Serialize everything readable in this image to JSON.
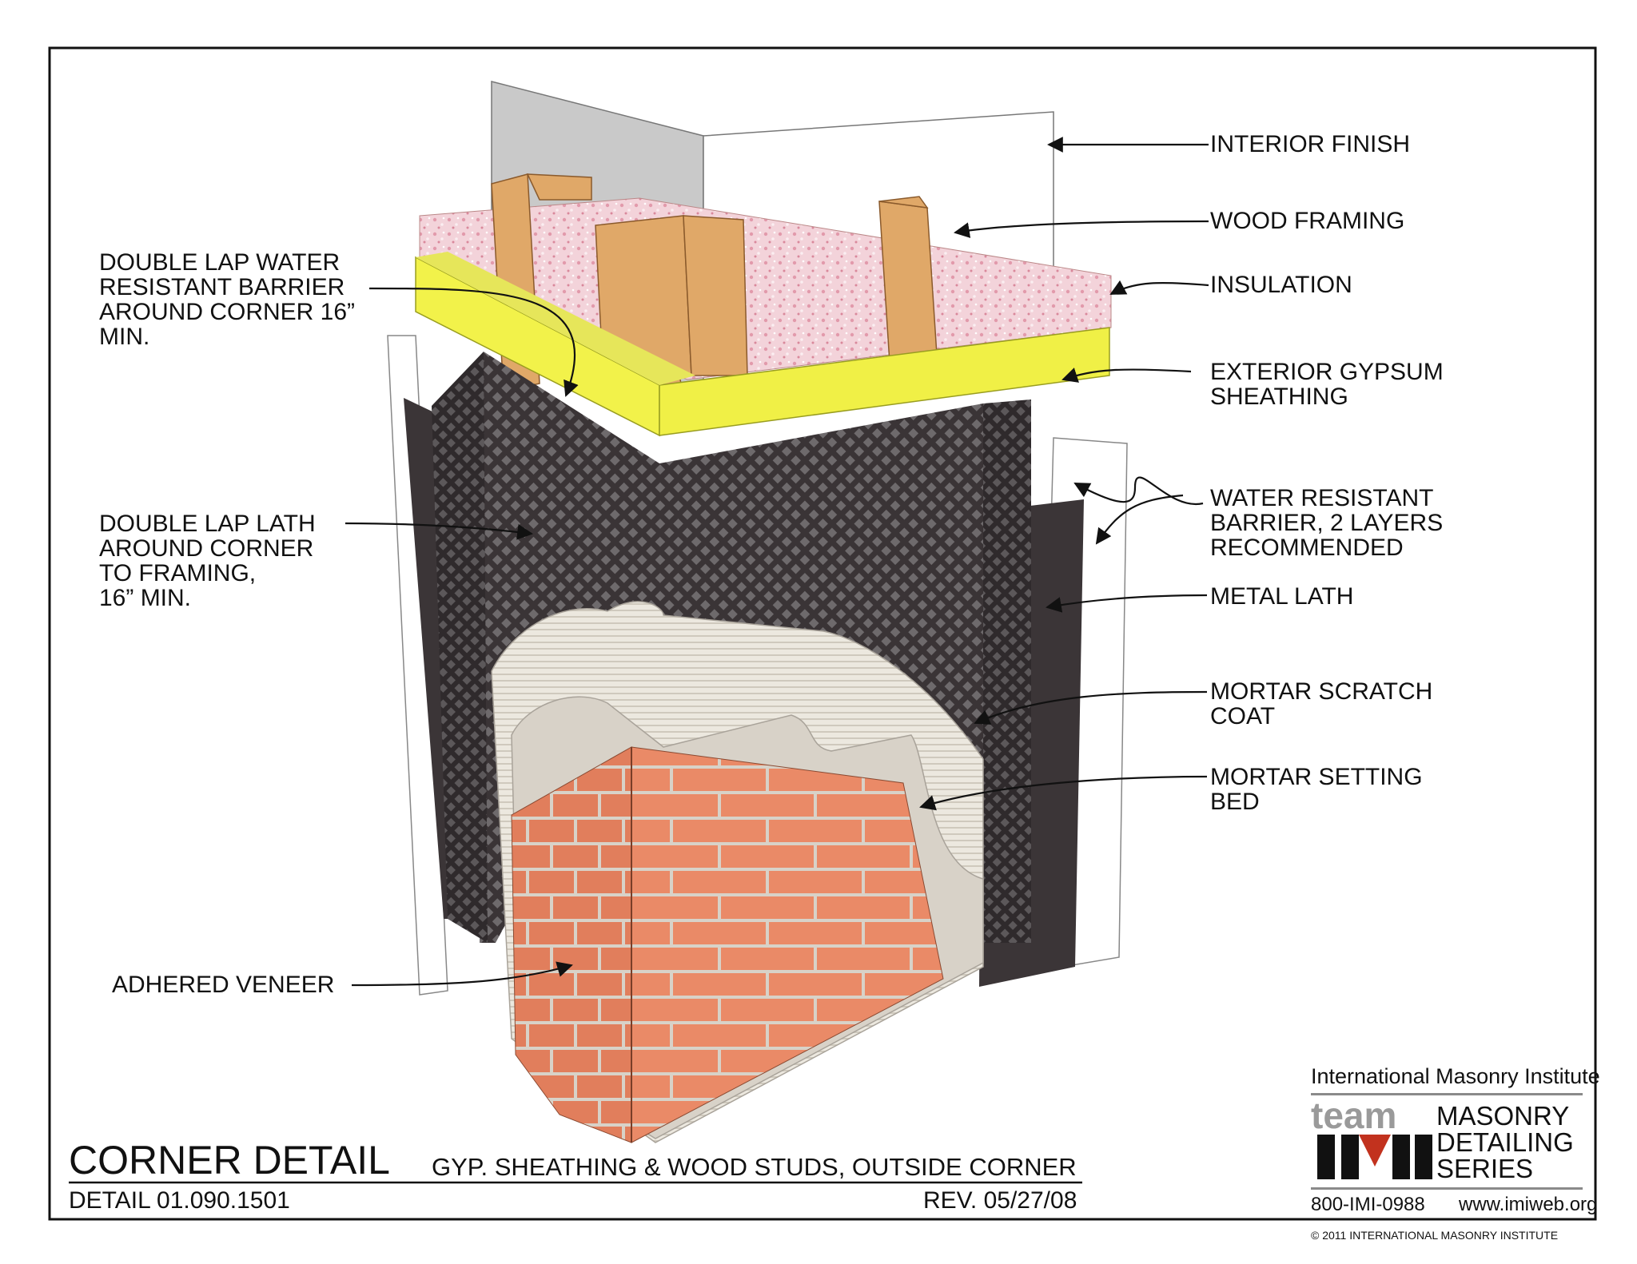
{
  "labels": {
    "interior_finish": "INTERIOR FINISH",
    "wood_framing": "WOOD FRAMING",
    "insulation": "INSULATION",
    "exterior_gypsum": [
      "EXTERIOR GYPSUM",
      "SHEATHING"
    ],
    "water_resistant_barrier": [
      "WATER RESISTANT",
      "BARRIER, 2 LAYERS",
      "RECOMMENDED"
    ],
    "metal_lath": "METAL LATH",
    "mortar_scratch": [
      "MORTAR SCRATCH",
      "COAT"
    ],
    "mortar_setting": [
      "MORTAR SETTING",
      "BED"
    ],
    "double_lap_wrb": [
      "DOUBLE LAP WATER",
      "RESISTANT BARRIER",
      "AROUND CORNER 16”",
      "MIN."
    ],
    "double_lap_lath": [
      "DOUBLE LAP LATH",
      "AROUND CORNER",
      "TO FRAMING,",
      "16” MIN."
    ],
    "adhered_veneer": "ADHERED VENEER"
  },
  "title_block": {
    "title": "CORNER DETAIL",
    "subtitle": "GYP. SHEATHING & WOOD STUDS, OUTSIDE CORNER",
    "detail_number": "DETAIL 01.090.1501",
    "revision": "REV. 05/27/08"
  },
  "logo": {
    "organization": "International Masonry Institute",
    "wordmark": "team",
    "series": [
      "MASONRY",
      "DETAILING",
      "SERIES"
    ],
    "phone": "800-IMI-0988",
    "website": "www.imiweb.org",
    "copyright": "© 2011 INTERNATIONAL MASONRY INSTITUTE"
  },
  "colors": {
    "sheathing": "#f2f24a",
    "insulation": "#f1c9d2",
    "wood": "#e0a868",
    "barrier": "#3b3537",
    "mortar": "#e8e4dc",
    "brick": "#ea8a67",
    "logo_red": "#c2321e"
  }
}
